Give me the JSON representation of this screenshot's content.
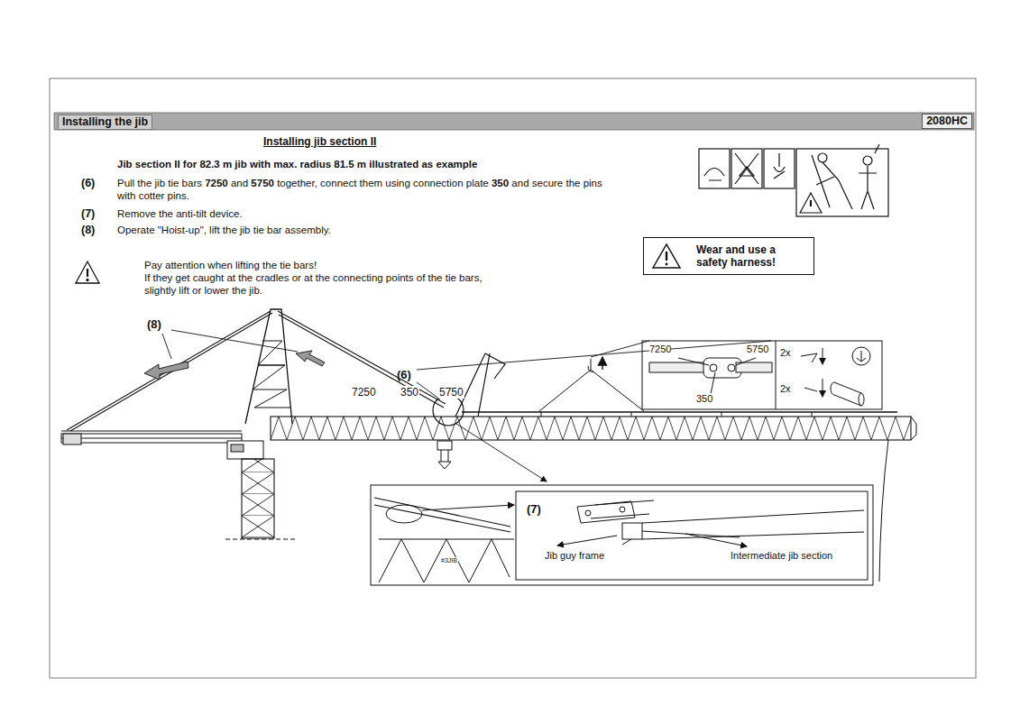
{
  "diagram": {
    "title": "Installing the jib",
    "nodes": [
      {
        "text": [
          "Wear and use a safety harness!"
        ]
      },
      {
        "text": [
          "7250",
          "5750",
          "350",
          "2x",
          "2x"
        ]
      },
      {
        "text": [
          "(7)",
          "Jib guy frame",
          "Intermediate jib section"
        ]
      }
    ],
    "labels": [
      "2080HC",
      "Installing jib section II",
      "Jib section II for 82.3 m jib with max. radius 81.5 m illustrated as example",
      "(6)",
      "Pull the jib tie bars 7250 and 5750 together, connect them using connection plate 350 and secure the pins with cotter pins.",
      "(7)",
      "Remove the anti-tilt device.",
      "(8)",
      "Operate \"Hoist-up\", lift the jib tie bar assembly.",
      "Pay attention when lifting the tie bars!",
      "If they get caught at the cradles or at the connecting points of the tie bars, slightly lift or lower the jib.",
      "(8)",
      "(6)",
      "7250",
      "350",
      "5750",
      "#3JIB"
    ]
  }
}
